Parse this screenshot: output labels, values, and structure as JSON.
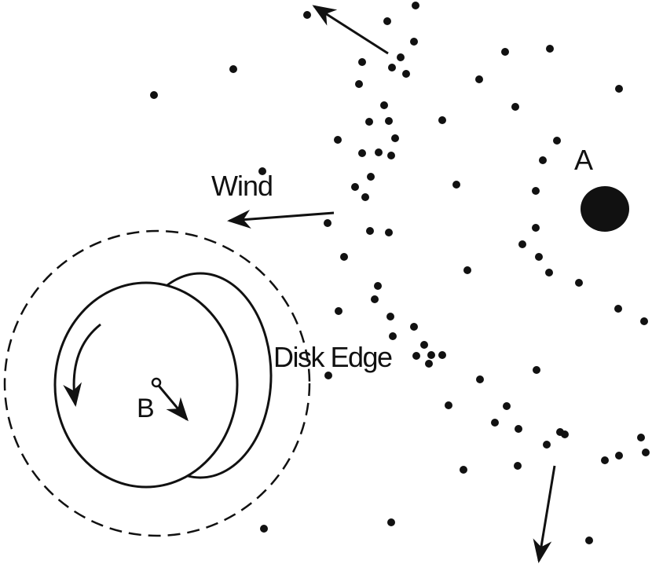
{
  "labels": {
    "a": "A",
    "b": "B",
    "wind": "Wind",
    "disk_edge": "Disk Edge"
  },
  "colors": {
    "ink": "#111111",
    "background": "#ffffff"
  }
}
